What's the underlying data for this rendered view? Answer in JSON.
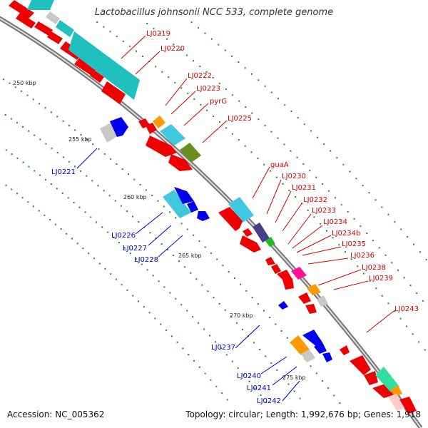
{
  "title": "Lactobacillus johnsonii NCC 533, complete genome",
  "footer": {
    "accession_label": "Accession:",
    "accession": "NC_005362",
    "topology_label": "Topology:",
    "topology": "circular",
    "length_label": "Length:",
    "length": "1,992,676 bp",
    "genes_label": "Genes:",
    "genes": "1,918"
  },
  "colors": {
    "forward_label": "#d40000",
    "reverse_label": "#0000c8",
    "gene_red": "#ee0000",
    "gene_blue": "#0000ee",
    "gene_cyan": "#40c8e0",
    "gene_teal": "#20c0c0",
    "gene_orange": "#ff9900",
    "gene_gray": "#c8c8c8",
    "gene_olive": "#6b8e23",
    "gene_purple": "#483d8b",
    "gene_green": "#22bb22",
    "gene_magenta": "#ff1493",
    "gene_mint": "#30e0a0",
    "ruler_dots": "#228b22",
    "backbone": "#888888"
  },
  "scale_marks": [
    "250 kbp",
    "255 kbp",
    "260 kbp",
    "265 kbp",
    "270 kbp",
    "275 kbp"
  ],
  "forward_labels": [
    "LJ0219",
    "LJ0220",
    "LJ0222",
    "LJ0223",
    "pyrG",
    "LJ0225",
    "guaA",
    "LJ0230",
    "LJ0231",
    "LJ0232",
    "LJ0233",
    "LJ0234",
    "LJ0234b",
    "LJ0235",
    "LJ0236",
    "LJ0238",
    "LJ0239",
    "LJ0243"
  ],
  "reverse_labels": [
    "LJ0221",
    "LJ0226",
    "LJ0227",
    "LJ0228",
    "LJ0237",
    "LJ0240",
    "LJ0241",
    "LJ0242"
  ]
}
